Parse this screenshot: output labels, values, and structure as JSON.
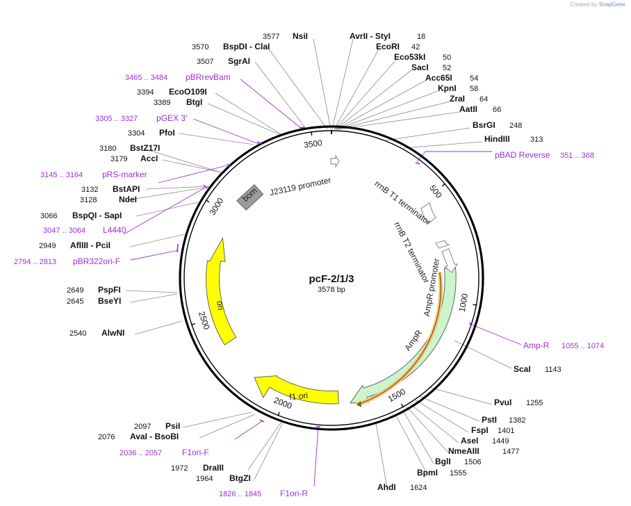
{
  "credit": {
    "prefix": "Created by",
    "brand": "SnapGene"
  },
  "plasmid": {
    "name": "pcF-2/1/3",
    "size": "3578 bp",
    "length": 3578
  },
  "colors": {
    "backbone": "#000000",
    "enzyme_line": "#888888",
    "primer": "#9b30d9",
    "feature_yellow": "#ffff00",
    "feature_green": "#ccf5cc",
    "bom": "#9a9a9a",
    "amp_highlight": "#f3c98b"
  },
  "ticks": [
    {
      "value": 500,
      "label": "500"
    },
    {
      "value": 1000,
      "label": "1000"
    },
    {
      "value": 1500,
      "label": "1500"
    },
    {
      "value": 2000,
      "label": "2000"
    },
    {
      "value": 2500,
      "label": "2500"
    },
    {
      "value": 3000,
      "label": "3000"
    },
    {
      "value": 3500,
      "label": "3500"
    }
  ],
  "features": [
    {
      "name": "J23119 promoter",
      "label": "J23119 promoter",
      "start": 1,
      "end": 35,
      "kind": "promoter"
    },
    {
      "name": "rrnB T1 terminator",
      "label": "rrnB T1 terminator",
      "start": 420,
      "end": 506,
      "kind": "terminator"
    },
    {
      "name": "rrnB T2 terminator",
      "label": "rrnB T2 terminator",
      "start": 598,
      "end": 625,
      "kind": "terminator"
    },
    {
      "name": "AmpR promoter",
      "label": "AmpR promoter",
      "start": 645,
      "end": 749,
      "kind": "promoter"
    },
    {
      "name": "AmpR",
      "label": "AmpR",
      "start": 750,
      "end": 1610,
      "kind": "cds"
    },
    {
      "name": "f1 ori",
      "label": "f1 ori",
      "start": 1741,
      "end": 2196,
      "kind": "ori"
    },
    {
      "name": "ori",
      "label": "ori",
      "start": 2350,
      "end": 2938,
      "kind": "ori"
    },
    {
      "name": "bom",
      "label": "bom",
      "start": 3240,
      "end": 3383,
      "kind": "misc"
    }
  ],
  "enzymes": [
    {
      "name": "NsiI",
      "pos": "3577"
    },
    {
      "name": "AvrII - StyI",
      "pos": "18"
    },
    {
      "name": "EcoRI",
      "pos": "42"
    },
    {
      "name": "Eco53kI",
      "pos": "50"
    },
    {
      "name": "SacI",
      "pos": "52"
    },
    {
      "name": "Acc65I",
      "pos": "54"
    },
    {
      "name": "KpnI",
      "pos": "58"
    },
    {
      "name": "ZraI",
      "pos": "64"
    },
    {
      "name": "AatII",
      "pos": "66"
    },
    {
      "name": "BsrGI",
      "pos": "248"
    },
    {
      "name": "HindIII",
      "pos": "313"
    },
    {
      "name": "ScaI",
      "pos": "1143"
    },
    {
      "name": "PvuI",
      "pos": "1255"
    },
    {
      "name": "PstI",
      "pos": "1382"
    },
    {
      "name": "FspI",
      "pos": "1401"
    },
    {
      "name": "AseI",
      "pos": "1449"
    },
    {
      "name": "NmeAIII",
      "pos": "1477"
    },
    {
      "name": "BglI",
      "pos": "1506"
    },
    {
      "name": "BpmI",
      "pos": "1555"
    },
    {
      "name": "AhdI",
      "pos": "1624"
    },
    {
      "name": "BtgZI",
      "pos": "1964"
    },
    {
      "name": "DraIII",
      "pos": "1972"
    },
    {
      "name": "AvaI - BsoBI",
      "pos": "2076"
    },
    {
      "name": "PsiI",
      "pos": "2097"
    },
    {
      "name": "AlwNI",
      "pos": "2540"
    },
    {
      "name": "BseYI",
      "pos": "2645"
    },
    {
      "name": "PspFI",
      "pos": "2649"
    },
    {
      "name": "AflIII - PciI",
      "pos": "2949"
    },
    {
      "name": "BspQI - SapI",
      "pos": "3066"
    },
    {
      "name": "NdeI",
      "pos": "3128"
    },
    {
      "name": "BstAPI",
      "pos": "3132"
    },
    {
      "name": "AccI",
      "pos": "3179"
    },
    {
      "name": "BstZ17I",
      "pos": "3180"
    },
    {
      "name": "PfoI",
      "pos": "3304"
    },
    {
      "name": "BtgI",
      "pos": "3389"
    },
    {
      "name": "EcoO109I",
      "pos": "3394"
    },
    {
      "name": "SgrAI",
      "pos": "3507"
    },
    {
      "name": "BspDI - ClaI",
      "pos": "3570"
    }
  ],
  "primers": [
    {
      "name": "pBAD Reverse",
      "range": "351 .. 368"
    },
    {
      "name": "Amp-R",
      "range": "1055 .. 1074"
    },
    {
      "name": "F1ori-R",
      "range": "1826 .. 1845"
    },
    {
      "name": "F1ori-F",
      "range": "2036 .. 2057"
    },
    {
      "name": "pBR322ori-F",
      "range": "2794 .. 2813"
    },
    {
      "name": "L4440",
      "range": "3047 .. 3064"
    },
    {
      "name": "pRS-marker",
      "range": "3145 .. 3164"
    },
    {
      "name": "pGEX 3'",
      "range": "3305 .. 3327"
    },
    {
      "name": "pBRrevBam",
      "range": "3465 .. 3484"
    }
  ]
}
